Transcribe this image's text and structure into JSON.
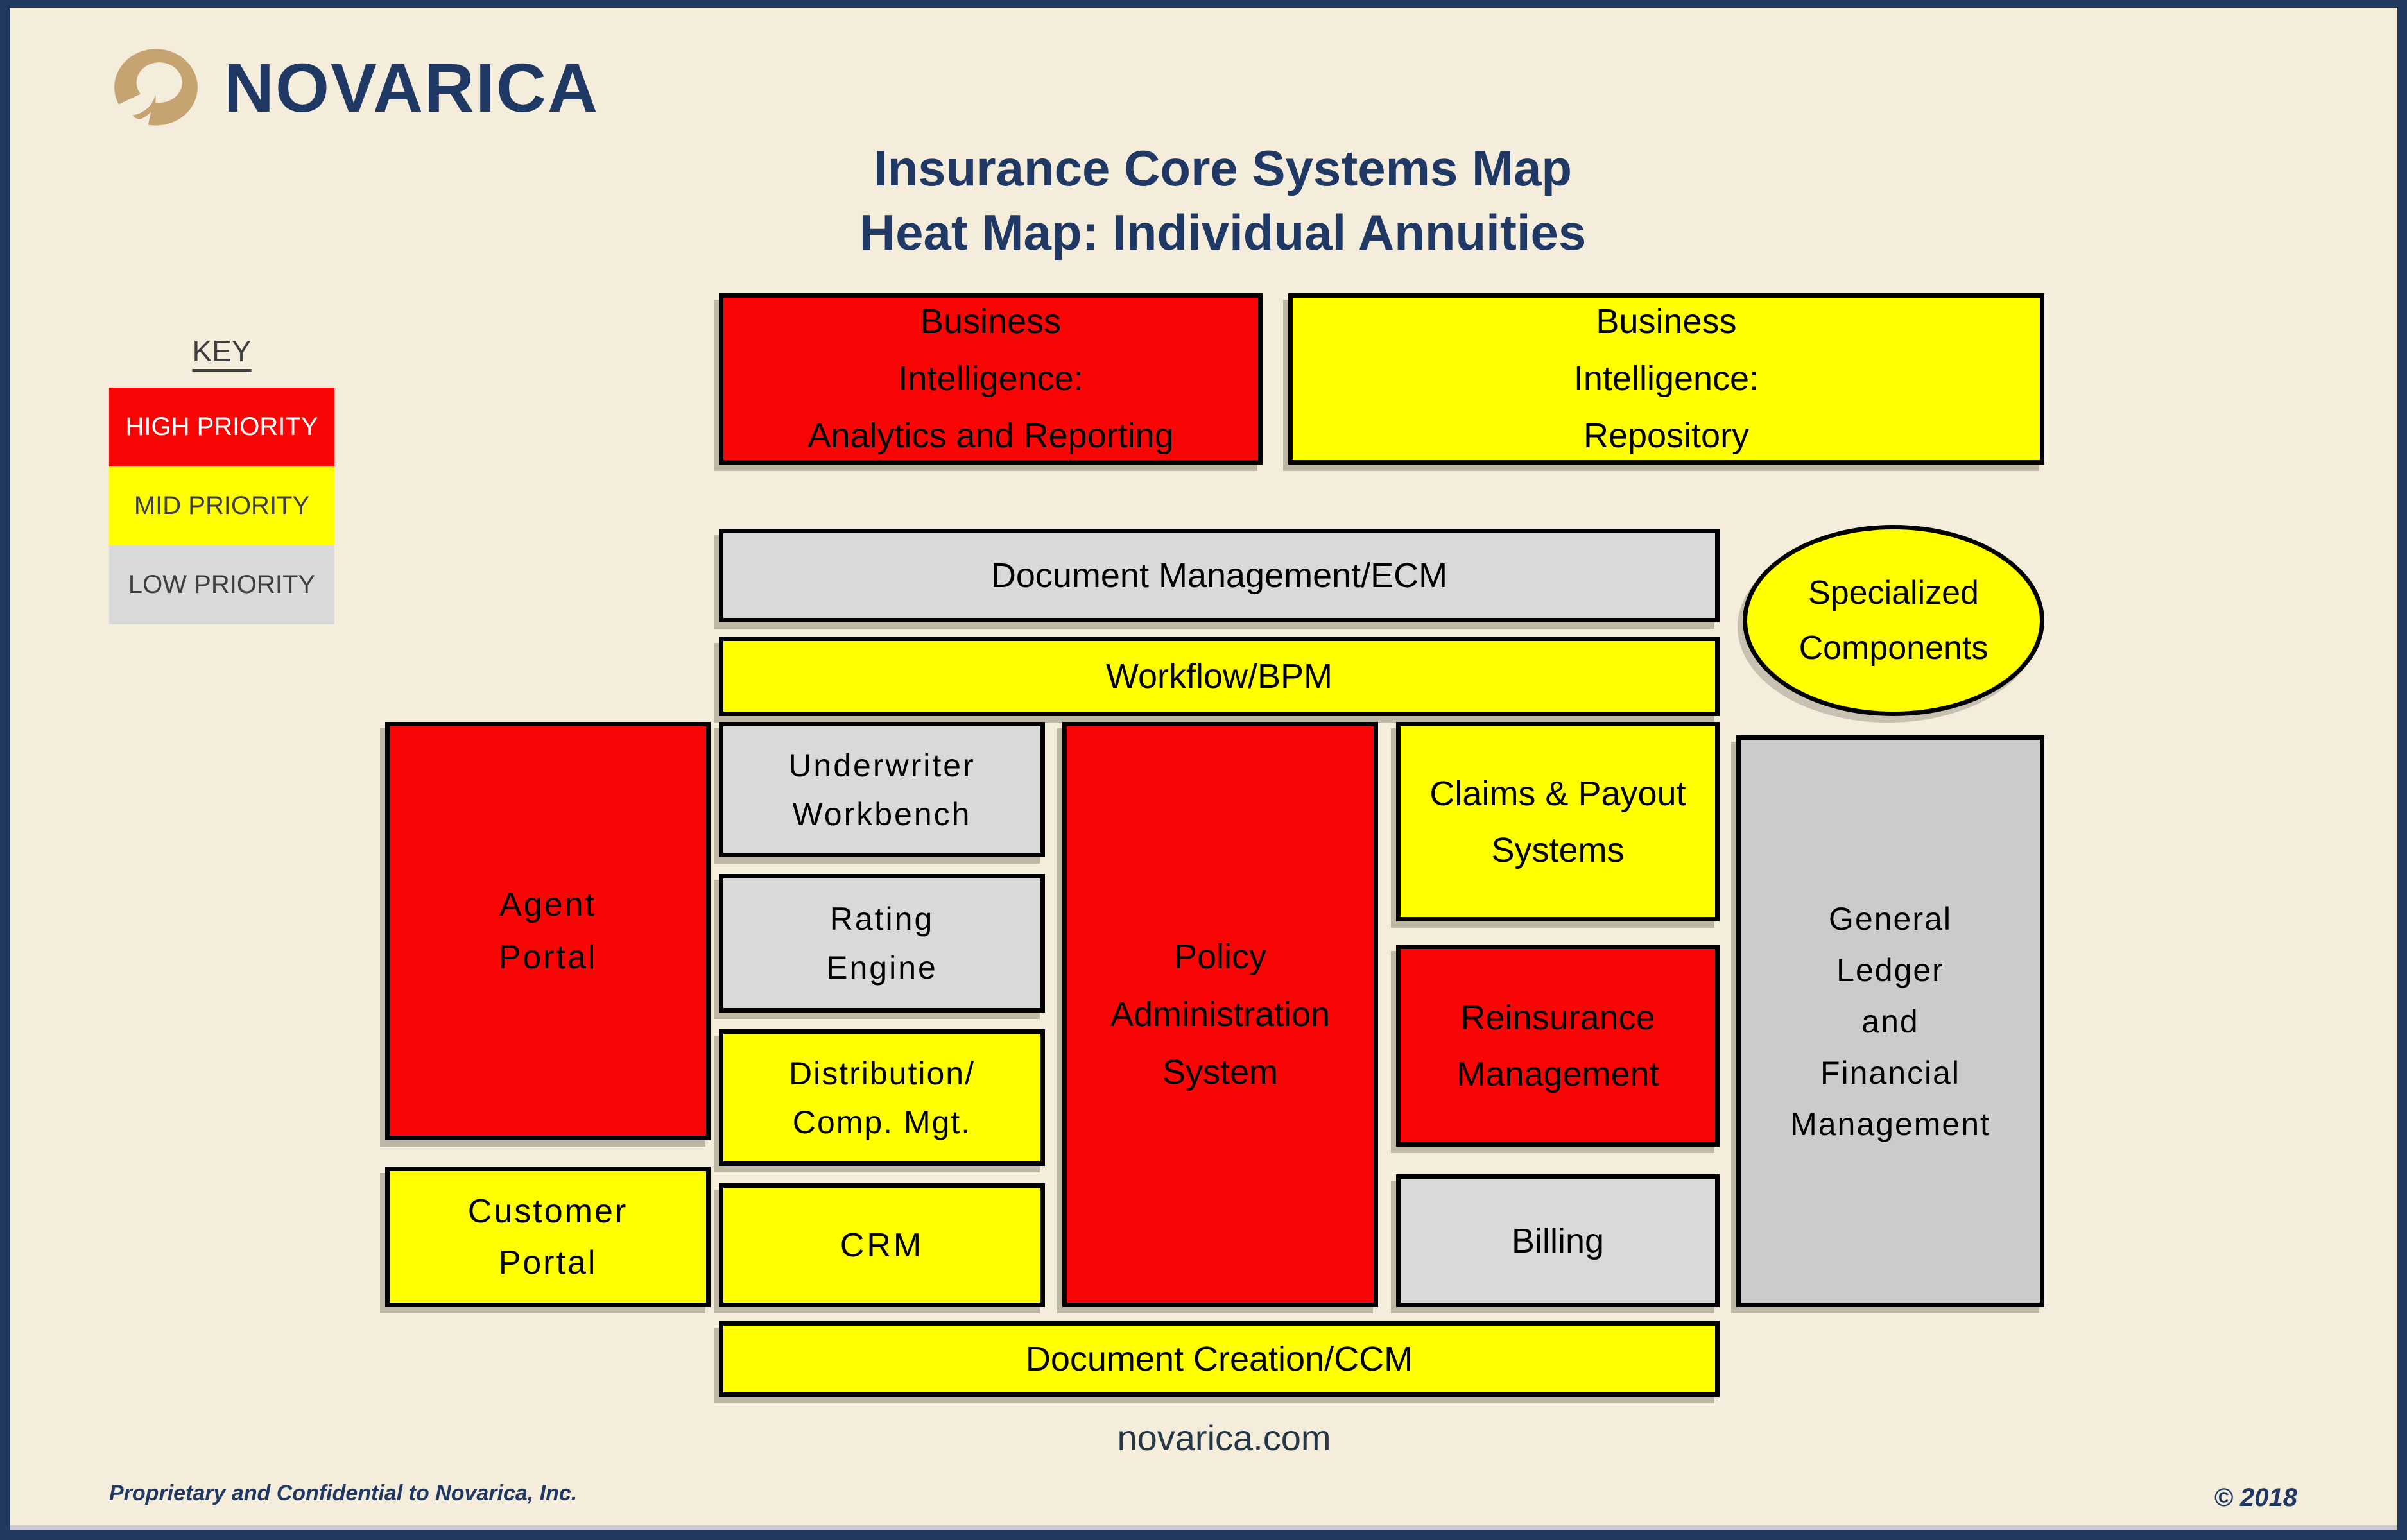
{
  "page": {
    "background_color": "#F4EDDC",
    "frame_color": "#21395E"
  },
  "logo": {
    "brand": "NOVARICA",
    "swirl_color": "#C5A472",
    "text_color": "#1F3864"
  },
  "title": {
    "line1": "Insurance Core Systems Map",
    "line2": "Heat Map: Individual Annuities",
    "color": "#1F3864"
  },
  "key": {
    "heading": "KEY",
    "items": [
      {
        "label": "HIGH PRIORITY",
        "priority": "high",
        "text_color": "#FFFFFF"
      },
      {
        "label": "MID PRIORITY",
        "priority": "mid",
        "text_color": "#3F3F3F"
      },
      {
        "label": "LOW PRIORITY",
        "priority": "low",
        "text_color": "#3F3F3F"
      }
    ]
  },
  "priority_colors": {
    "high": "#FA0505",
    "mid": "#FFFF00",
    "low": "#D9D9D9",
    "low_dark": "#CBCBCB"
  },
  "boxes": [
    {
      "id": "bi-analytics",
      "label": "Business\nIntelligence:\nAnalytics and Reporting",
      "priority": "high"
    },
    {
      "id": "bi-repository",
      "label": "Business\nIntelligence:\nRepository",
      "priority": "mid"
    },
    {
      "id": "document-management",
      "label": "Document Management/ECM",
      "priority": "low"
    },
    {
      "id": "workflow",
      "label": "Workflow/BPM",
      "priority": "mid"
    },
    {
      "id": "specialized-components",
      "label": "Specialized\nComponents",
      "priority": "mid",
      "shape": "ellipse"
    },
    {
      "id": "agent-portal",
      "label": "Agent\nPortal",
      "priority": "high"
    },
    {
      "id": "customer-portal",
      "label": "Customer\nPortal",
      "priority": "mid"
    },
    {
      "id": "underwriter-workbench",
      "label": "Underwriter\nWorkbench",
      "priority": "low"
    },
    {
      "id": "rating-engine",
      "label": "Rating\nEngine",
      "priority": "low"
    },
    {
      "id": "distribution-comp-mgt",
      "label": "Distribution/\nComp. Mgt.",
      "priority": "mid"
    },
    {
      "id": "crm",
      "label": "CRM",
      "priority": "mid"
    },
    {
      "id": "policy-administration",
      "label": "Policy\nAdministration\nSystem",
      "priority": "high"
    },
    {
      "id": "claims-payout",
      "label": "Claims & Payout\nSystems",
      "priority": "mid"
    },
    {
      "id": "reinsurance-management",
      "label": "Reinsurance\nManagement",
      "priority": "high"
    },
    {
      "id": "billing",
      "label": "Billing",
      "priority": "low"
    },
    {
      "id": "general-ledger",
      "label": "General\nLedger\nand\nFinancial\nManagement",
      "priority": "low_dark"
    },
    {
      "id": "document-creation",
      "label": "Document Creation/CCM",
      "priority": "mid"
    }
  ],
  "footer": {
    "website": "novarica.com",
    "confidentiality": "Proprietary and Confidential to Novarica, Inc.",
    "copyright": "© 2018"
  }
}
